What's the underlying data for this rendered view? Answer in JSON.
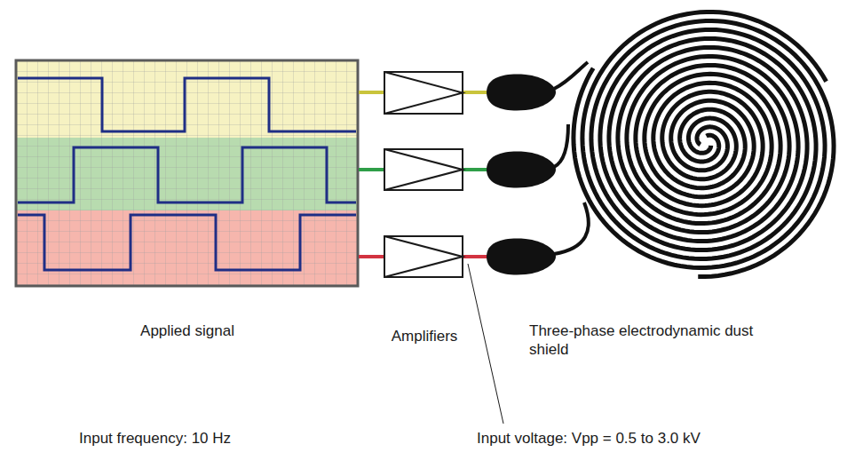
{
  "diagram": {
    "labels": [
      "Applied signal",
      "Amplifiers",
      "Three-phase electrodynamic dust shield",
      "Input frequency: 10 Hz",
      "Input voltage: Vpp = 0.5 to 3.0 kV"
    ]
  }
}
